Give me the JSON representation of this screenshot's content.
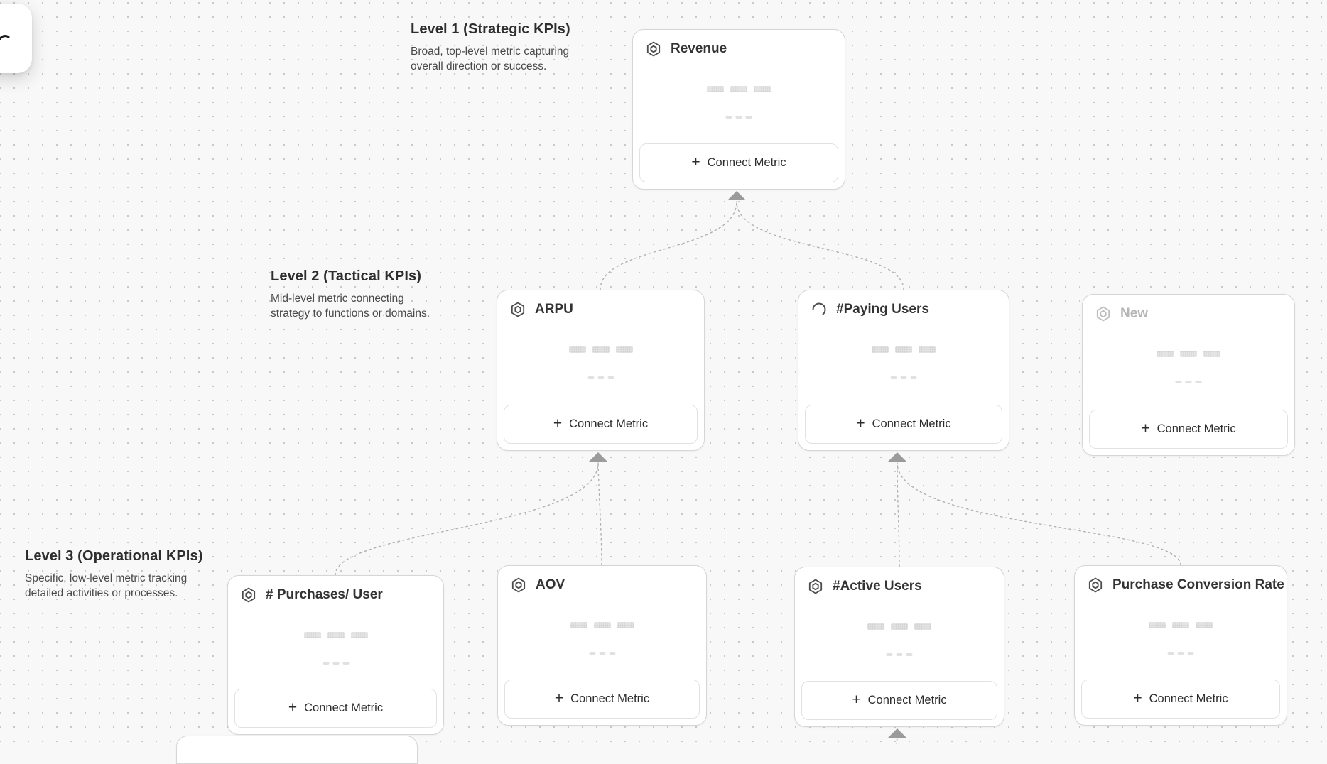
{
  "labels": {
    "connect_metric": "Connect Metric",
    "plus": "+"
  },
  "levels": [
    {
      "title": "Level 1 (Strategic KPIs)",
      "description": "Broad, top-level metric capturing\noverall direction or success."
    },
    {
      "title": "Level 2 (Tactical KPIs)",
      "description": "Mid-level metric connecting\nstrategy to functions or domains."
    },
    {
      "title": "Level 3 (Operational KPIs)",
      "description": "Specific, low-level metric tracking\ndetailed activities or processes."
    }
  ],
  "cards": [
    {
      "title": "Revenue",
      "icon": "hexagon-metric-icon",
      "level": 1
    },
    {
      "title": "ARPU",
      "icon": "hexagon-metric-icon",
      "level": 2
    },
    {
      "title": "#Paying Users",
      "icon": "spinner-icon",
      "level": 2
    },
    {
      "title": "New",
      "icon": "hexagon-metric-icon",
      "level": 2,
      "muted": true
    },
    {
      "title": "# Purchases/ User",
      "icon": "hexagon-metric-icon",
      "level": 3
    },
    {
      "title": "AOV",
      "icon": "hexagon-metric-icon",
      "level": 3
    },
    {
      "title": "#Active Users",
      "icon": "hexagon-metric-icon",
      "level": 3
    },
    {
      "title": "Purchase Conversion Rate",
      "icon": "hexagon-metric-icon",
      "level": 3
    }
  ],
  "colors": {
    "canvas_background": "#f8f8f8",
    "dot_grid": "#c9c9c9",
    "card_border": "#d6d6d6",
    "connector": "#b1b1b1",
    "arrowhead": "#9b9b9b",
    "muted_text": "#b5b5b5",
    "title_text": "#333333"
  }
}
